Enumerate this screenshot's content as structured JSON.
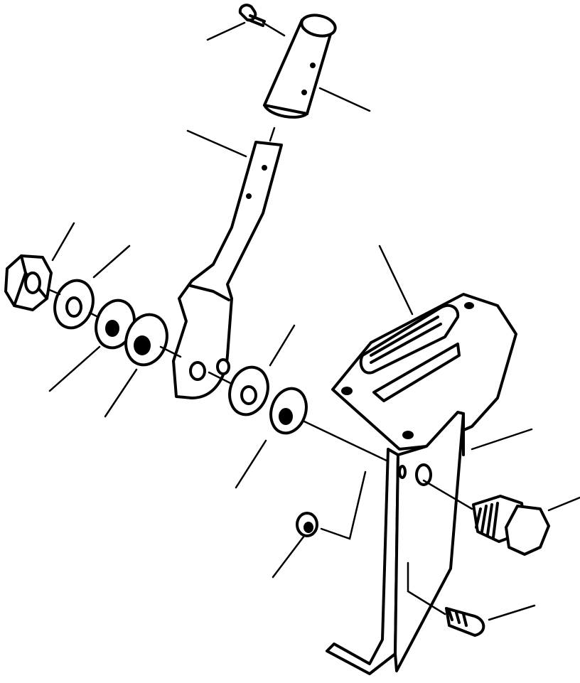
{
  "diagram": {
    "parts": [
      {
        "id": "cap-screw-top",
        "icon": "screw-icon"
      },
      {
        "id": "grip",
        "icon": "handle-icon"
      },
      {
        "id": "lever",
        "icon": "lever-icon"
      },
      {
        "id": "nut",
        "icon": "hex-nut-icon"
      },
      {
        "id": "washer-1",
        "icon": "washer-icon"
      },
      {
        "id": "washer-2",
        "icon": "washer-icon"
      },
      {
        "id": "washer-3",
        "icon": "washer-icon"
      },
      {
        "id": "washer-4",
        "icon": "washer-icon"
      },
      {
        "id": "washer-5",
        "icon": "washer-icon"
      },
      {
        "id": "pedal-pad",
        "icon": "pedal-pad-icon"
      },
      {
        "id": "bracket",
        "icon": "bracket-icon"
      },
      {
        "id": "bolt",
        "icon": "bolt-icon"
      },
      {
        "id": "small-nut",
        "icon": "nut-icon"
      },
      {
        "id": "cap-screw-bottom",
        "icon": "screw-icon"
      }
    ]
  }
}
